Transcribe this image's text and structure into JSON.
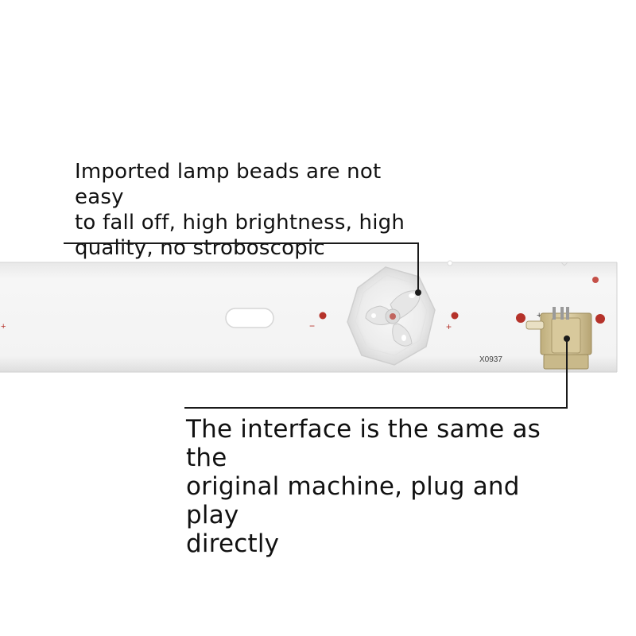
{
  "callouts": {
    "lamp_beads": "Imported lamp beads are not easy\nto fall off, high brightness, high\nquality, no stroboscopic",
    "interface": "The interface is the same as the\noriginal machine, plug and play\ndirectly"
  },
  "strip": {
    "part_code": "X0937",
    "polarity_plus": "+",
    "polarity_minus": "−"
  },
  "colors": {
    "board": "#f1f1f1",
    "pad": "#b5322a",
    "connector": "#c9b98a",
    "text": "#111111"
  }
}
